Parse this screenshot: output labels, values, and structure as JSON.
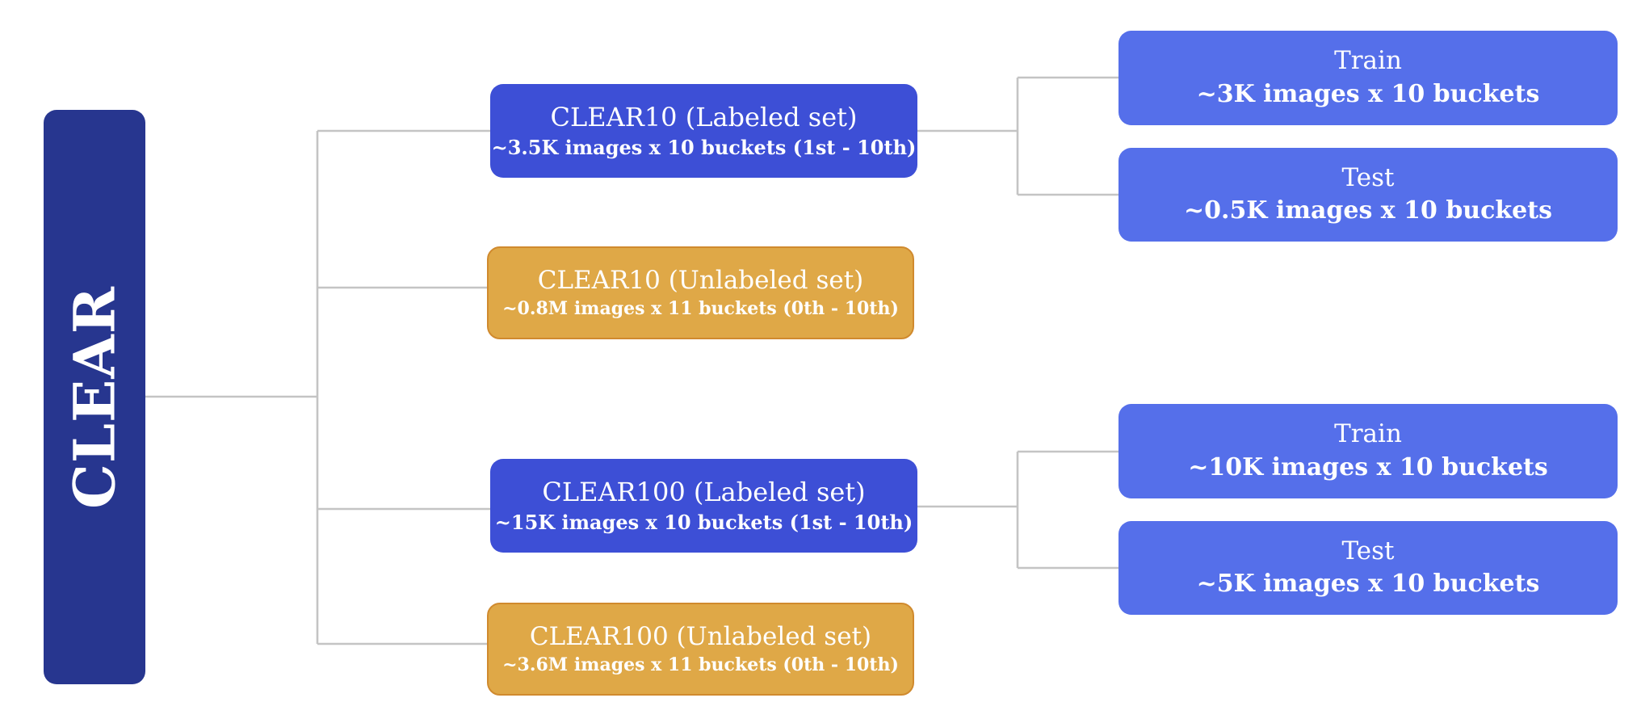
{
  "root": {
    "label": "CLEAR"
  },
  "clear10_labeled": {
    "title": "CLEAR10 (Labeled set)",
    "detail": "~3.5K images x 10 buckets (1st - 10th)"
  },
  "clear10_unlabeled": {
    "title": "CLEAR10 (Unlabeled set)",
    "detail": "~0.8M images x 11 buckets (0th - 10th)"
  },
  "clear100_labeled": {
    "title": "CLEAR100 (Labeled set)",
    "detail": "~15K images x 10 buckets (1st - 10th)"
  },
  "clear100_unlabeled": {
    "title": "CLEAR100 (Unlabeled set)",
    "detail": "~3.6M images x 11 buckets (0th - 10th)"
  },
  "clear10_train": {
    "title": "Train",
    "detail": "~3K images x 10 buckets"
  },
  "clear10_test": {
    "title": "Test",
    "detail": "~0.5K images x 10 buckets"
  },
  "clear100_train": {
    "title": "Train",
    "detail": "~10K images x 10 buckets"
  },
  "clear100_test": {
    "title": "Test",
    "detail": "~5K images x 10 buckets"
  },
  "colors": {
    "root": "#27368f",
    "labeled": "#3d4fd6",
    "unlabeled": "#dfa847",
    "split": "#556fea",
    "connector": "#c4c4c4"
  }
}
